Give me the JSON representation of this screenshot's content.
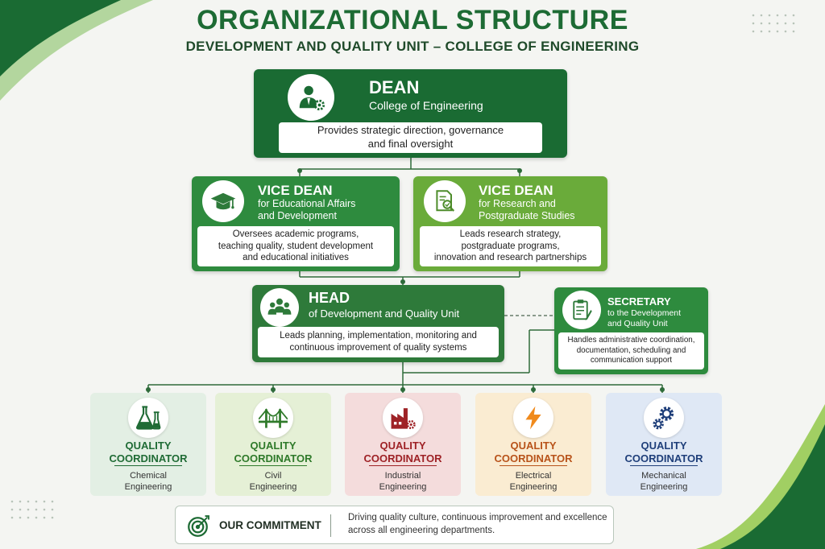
{
  "title": "ORGANIZATIONAL STRUCTURE",
  "subtitle": "DEVELOPMENT AND QUALITY UNIT – COLLEGE OF ENGINEERING",
  "dean": {
    "title": "DEAN",
    "subtitle": "College of Engineering",
    "description": "Provides strategic direction, governance\nand final oversight",
    "icon": "person-gear-icon"
  },
  "vice_dean_education": {
    "title": "VICE DEAN",
    "subtitle": "for Educational Affairs\nand Development",
    "description": "Oversees academic programs,\nteaching quality, student development\nand educational initiatives",
    "icon": "graduation-cap-icon"
  },
  "vice_dean_research": {
    "title": "VICE DEAN",
    "subtitle": "for Research and\nPostgraduate Studies",
    "description": "Leads research strategy,\npostgraduate programs,\ninnovation and research partnerships",
    "icon": "research-document-icon"
  },
  "head": {
    "title": "HEAD",
    "subtitle": "of Development and Quality Unit",
    "description": "Leads planning, implementation, monitoring and\ncontinuous improvement of quality systems",
    "icon": "team-icon"
  },
  "secretary": {
    "title": "SECRETARY",
    "subtitle": "to the Development\nand Quality Unit",
    "description": "Handles administrative coordination,\ndocumentation, scheduling and\ncommunication support",
    "icon": "clipboard-icon"
  },
  "coordinators": [
    {
      "title": "QUALITY\nCOORDINATOR",
      "department": "Chemical\nEngineering",
      "icon": "flask-icon",
      "bg": "#e3efe4",
      "accent": "#1f6b35"
    },
    {
      "title": "QUALITY\nCOORDINATOR",
      "department": "Civil\nEngineering",
      "icon": "bridge-icon",
      "bg": "#e5f0d6",
      "accent": "#2f7a2a"
    },
    {
      "title": "QUALITY\nCOORDINATOR",
      "department": "Industrial\nEngineering",
      "icon": "factory-icon",
      "bg": "#f4dcdc",
      "accent": "#9e2226"
    },
    {
      "title": "QUALITY\nCOORDINATOR",
      "department": "Electrical\nEngineering",
      "icon": "lightning-icon",
      "bg": "#faecd2",
      "accent": "#b8531a"
    },
    {
      "title": "QUALITY\nCOORDINATOR",
      "department": "Mechanical\nEngineering",
      "icon": "gears-icon",
      "bg": "#dfe8f5",
      "accent": "#1f3f7a"
    }
  ],
  "commitment": {
    "label": "OUR COMMITMENT",
    "text": "Driving quality culture, continuous improvement and excellence\nacross all engineering departments.",
    "icon": "target-icon"
  },
  "colors": {
    "dark_green": "#1a6b33",
    "mid_green": "#2e8b3e",
    "light_green": "#6aab3a",
    "title_green": "#1d6b34"
  }
}
